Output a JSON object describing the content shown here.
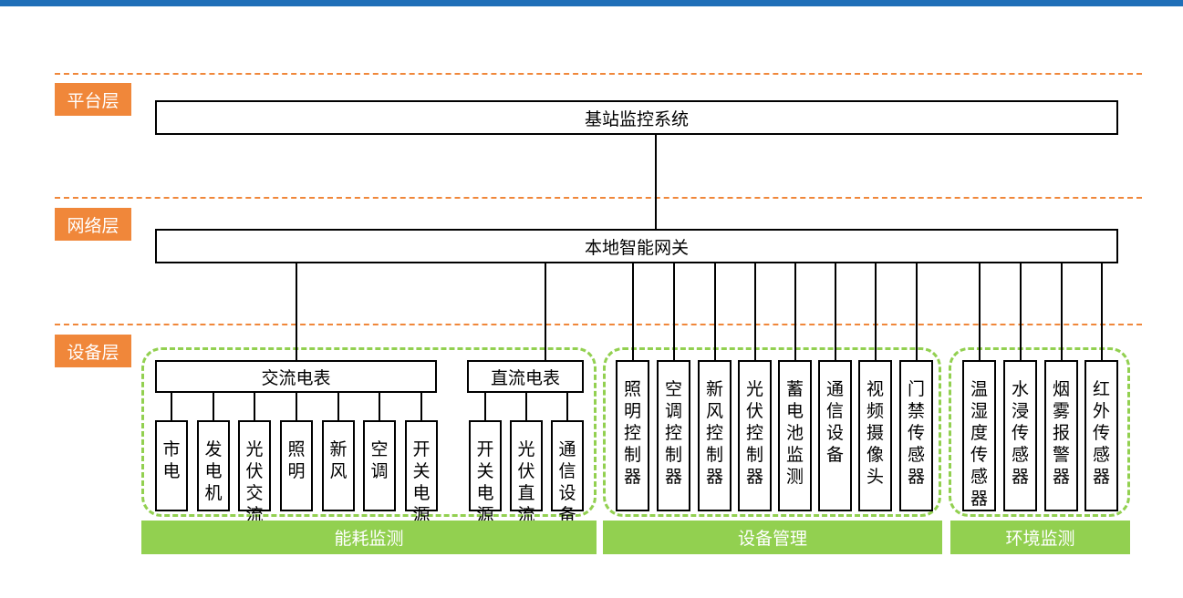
{
  "layers": {
    "platform": "平台层",
    "network": "网络层",
    "device": "设备层"
  },
  "platform_box": "基站监控系统",
  "gateway_box": "本地智能网关",
  "energy": {
    "ac_meter": "交流电表",
    "dc_meter": "直流电表",
    "ac_items": [
      "市电",
      "发电机",
      "光伏交流",
      "照明",
      "新风",
      "空调",
      "开关电源"
    ],
    "dc_items": [
      "开关电源",
      "光伏直流",
      "通信设备"
    ],
    "label": "能耗监测"
  },
  "device_mgmt": {
    "items": [
      "照明控制器",
      "空调控制器",
      "新风控制器",
      "光伏控制器",
      "蓄电池监测",
      "通信设备",
      "视频摄像头",
      "门禁传感器"
    ],
    "label": "设备管理"
  },
  "environment": {
    "items": [
      "温湿度传感器",
      "水浸传感器",
      "烟雾报警器",
      "红外传感器"
    ],
    "label": "环境监测"
  },
  "colors": {
    "layer_label": "#f0873a",
    "group": "#92d050",
    "top_bar": "#1f6fb8"
  }
}
